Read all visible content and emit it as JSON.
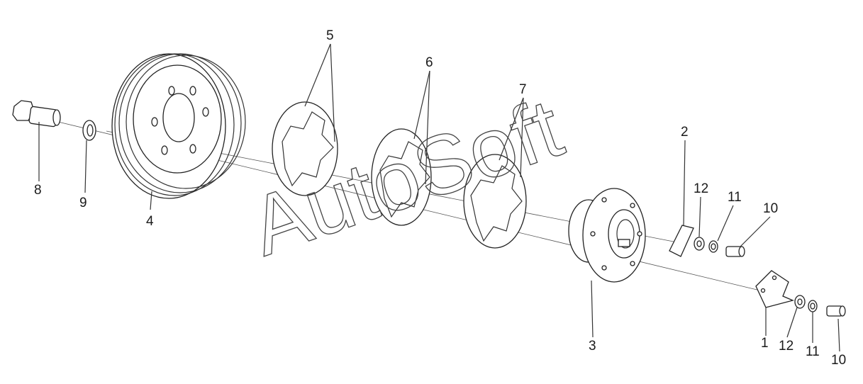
{
  "labels": {
    "p1": "1",
    "p2": "2",
    "p3": "3",
    "p4": "4",
    "p5": "5",
    "p6": "6",
    "p7": "7",
    "p8": "8",
    "p9": "9",
    "p10a": "10",
    "p10b": "10",
    "p11a": "11",
    "p11b": "11",
    "p12a": "12",
    "p12b": "12"
  },
  "watermark": "AutoSoft"
}
